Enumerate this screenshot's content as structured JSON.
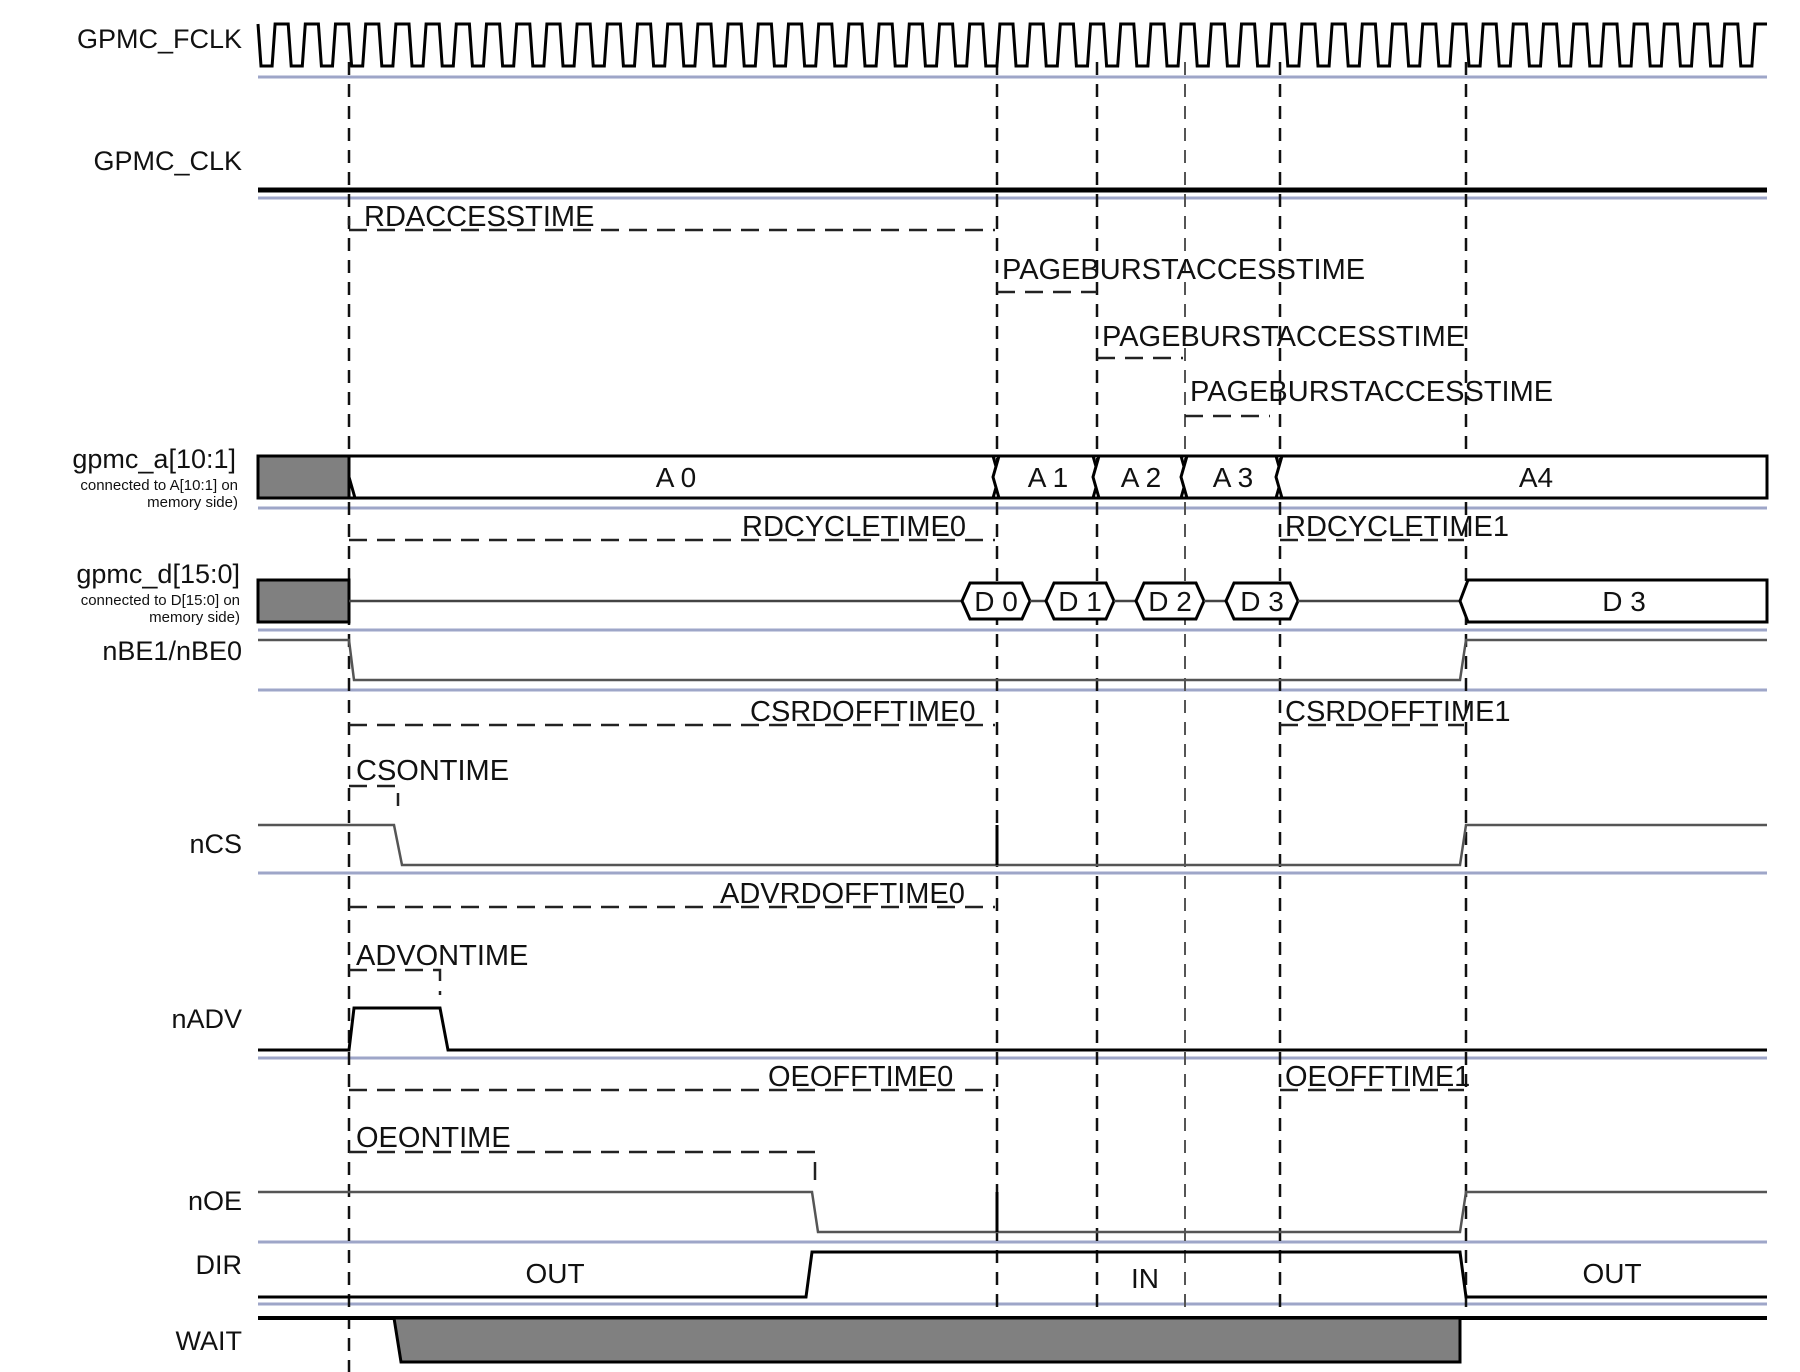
{
  "signals": {
    "fclk": "GPMC_FCLK",
    "clk": "GPMC_CLK",
    "addr": "gpmc_a[10:1]",
    "addr_note1": "connected to A[10:1] on",
    "addr_note2": "memory side)",
    "data": "gpmc_d[15:0]",
    "data_note1": "connected to D[15:0] on",
    "data_note2": "memory side)",
    "nbe": "nBE1/nBE0",
    "ncs": "nCS",
    "nadv": "nADV",
    "noe": "nOE",
    "dir": "DIR",
    "wait": "WAIT"
  },
  "params": {
    "rdaccesstime": "RDACCESSTIME",
    "pageburst1": "PAGEBURSTACCESSTIME",
    "pageburst2": "PAGEBURSTACCESSTIME",
    "pageburst3": "PAGEBURSTACCESSTIME",
    "rdcycletime0": "RDCYCLETIME0",
    "rdcycletime1": "RDCYCLETIME1",
    "csrdofftime0": "CSRDOFFTIME0",
    "csrdofftime1": "CSRDOFFTIME1",
    "csontime": "CSONTIME",
    "advrdofftime0": "ADVRDOFFTIME0",
    "advontime": "ADVONTIME",
    "oeofftime0": "OEOFFTIME0",
    "oeofftime1": "OEOFFTIME1",
    "oeontime": "OEONTIME"
  },
  "bus_values": {
    "a0": "A 0",
    "a1": "A 1",
    "a2": "A 2",
    "a3": "A 3",
    "a4": "A4",
    "d0": "D 0",
    "d1": "D 1",
    "d2": "D 2",
    "d3": "D 3",
    "d3_hold": "D 3",
    "dir_out1": "OUT",
    "dir_in": "IN",
    "dir_out2": "OUT"
  },
  "colors": {
    "separator": "#9ea6c8",
    "gray_fill": "#808080",
    "wave": "#000000"
  }
}
